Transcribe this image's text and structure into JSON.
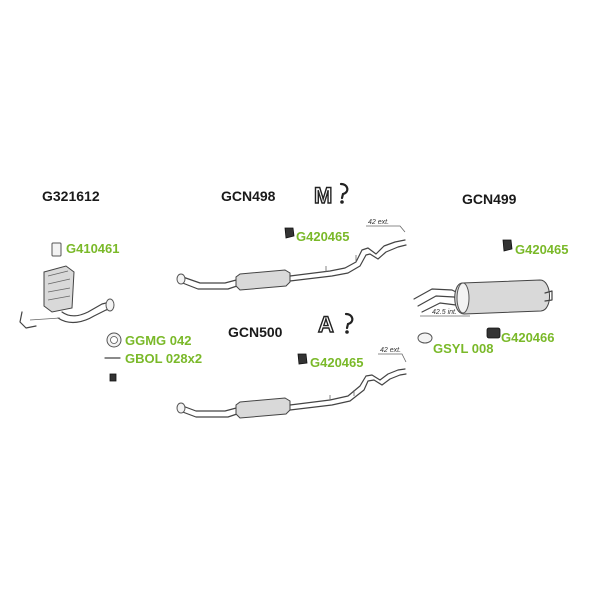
{
  "parts": {
    "catalytic": "G321612",
    "mid_a": "GCN498",
    "rear": "GCN499",
    "mid_b": "GCN500"
  },
  "refs": {
    "bracket_cat": "G410461",
    "gasket": "GGMG 042",
    "bolt": "GBOL 028x2",
    "hanger_mid_a": "G420465",
    "hanger_rear": "G420465",
    "hanger_mid_b": "G420465",
    "hanger_rear_lower": "G420466",
    "seal": "GSYL 008"
  },
  "dims": {
    "mid_a_ext": "42 ext.",
    "mid_b_ext": "42 ext.",
    "rear_int": "42.5 int."
  },
  "badges": {
    "mid_a": "M",
    "mid_b": "A"
  }
}
